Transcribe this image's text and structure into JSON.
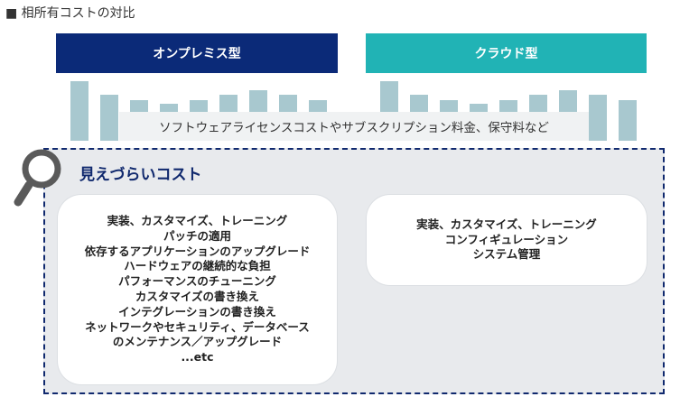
{
  "title": "■ 相所有コストの対比",
  "columns": {
    "onprem_label": "オンプレミス型",
    "cloud_label": "クラウド型"
  },
  "visible_costs": "ソフトウェアライセンスコストやサブスクリプション料金、保守料など",
  "hidden_costs": {
    "title": "見えづらいコスト",
    "icon": "magnifier-icon",
    "onprem_items": [
      "実装、カスタマイズ、トレーニング",
      "パッチの適用",
      "依存するアプリケーションのアップグレード",
      "ハードウェアの継続的な負担",
      "パフォーマンスのチューニング",
      "カスタマイズの書き換え",
      "インテグレーションの書き換え",
      "ネットワークやセキュリティ、データベース",
      "のメンテナンス／アップグレード",
      "...etc"
    ],
    "cloud_items": [
      "実装、カスタマイズ、トレーニング",
      "コンフィギュレーション",
      "システム管理"
    ]
  },
  "colors": {
    "onprem_header": "#0b2a78",
    "cloud_header": "#21b3b5",
    "bars": "#a8c8cf",
    "hidden_border": "#10296e",
    "hidden_bg": "#e8eaed"
  }
}
